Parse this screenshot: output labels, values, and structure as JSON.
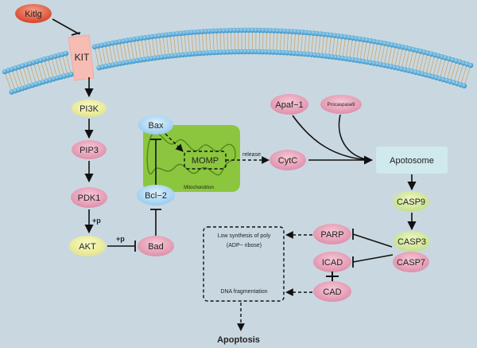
{
  "title": "KIT signaling and mitochondrial apoptosis pathway",
  "colors": {
    "background": "#c9d8e0",
    "pink_node": "#e8a6bd",
    "yellow_node": "#ecee9f",
    "green_node": "#d4e7a0",
    "blue_node": "#b6dcf3",
    "red_node": "#e05a3f",
    "kit_receptor": "#f6b8b0",
    "mitochondrion": "#8cc63f",
    "apotosome": "#cfe9ec",
    "membrane_head": "#4ea6d6",
    "membrane_tail": "#c9a56a"
  },
  "nodes": {
    "kitlg": "Kitlg",
    "kit": "KIT",
    "pi3k": "PI3K",
    "pip3": "PIP3",
    "pdk1": "PDK1",
    "akt": "AKT",
    "bad": "Bad",
    "bcl2": "Bcl−2",
    "bax": "Bax",
    "momp": "MOMP",
    "mitochondrion": "Mitochondrion",
    "cytc": "CytC",
    "apaf1": "Apaf−1",
    "procaspase9": "Procaspase9",
    "apotosome": "Apotosome",
    "casp9": "CASP9",
    "casp3": "CASP3",
    "casp7": "CASP7",
    "parp": "PARP",
    "icad": "ICAD",
    "cad": "CAD",
    "low_synthesis_line1": "Low synthesis of poly",
    "low_synthesis_line2": "(ADP− ribose)",
    "dna_fragmentation": "DNA fragmentation",
    "apoptosis": "Apoptosis"
  },
  "edge_labels": {
    "pdk1_akt": "+p",
    "akt_bad": "+p",
    "release": "release"
  },
  "edges": [
    {
      "from": "Kitlg",
      "to": "KIT",
      "type": "inhibit"
    },
    {
      "from": "KIT",
      "to": "PI3K",
      "type": "activate"
    },
    {
      "from": "PI3K",
      "to": "PIP3",
      "type": "activate"
    },
    {
      "from": "PIP3",
      "to": "PDK1",
      "type": "activate"
    },
    {
      "from": "PDK1",
      "to": "AKT",
      "type": "activate",
      "label": "+p"
    },
    {
      "from": "AKT",
      "to": "Bad",
      "type": "inhibit",
      "label": "+p"
    },
    {
      "from": "Bad",
      "to": "Bcl−2",
      "type": "inhibit"
    },
    {
      "from": "Bcl−2",
      "to": "Bax",
      "type": "inhibit"
    },
    {
      "from": "Bax",
      "to": "MOMP",
      "type": "dashed-activate"
    },
    {
      "from": "MOMP",
      "to": "CytC",
      "type": "dashed-activate",
      "label": "release"
    },
    {
      "from": "CytC",
      "to": "Apotosome",
      "type": "activate"
    },
    {
      "from": "Apaf−1",
      "to": "Apotosome",
      "type": "activate"
    },
    {
      "from": "Procaspase9",
      "to": "Apotosome",
      "type": "activate"
    },
    {
      "from": "Apotosome",
      "to": "CASP9",
      "type": "activate"
    },
    {
      "from": "CASP9",
      "to": "CASP3",
      "type": "activate"
    },
    {
      "from": "CASP3/CASP7",
      "to": "PARP",
      "type": "inhibit"
    },
    {
      "from": "CASP3/CASP7",
      "to": "ICAD",
      "type": "inhibit"
    },
    {
      "from": "ICAD",
      "to": "CAD",
      "type": "binding"
    },
    {
      "from": "PARP",
      "to": "Low synthesis of poly (ADP− ribose)",
      "type": "dashed-activate"
    },
    {
      "from": "CAD",
      "to": "DNA fragmentation",
      "type": "dashed-activate"
    },
    {
      "from": "outcome-box",
      "to": "Apoptosis",
      "type": "dashed-activate"
    }
  ]
}
